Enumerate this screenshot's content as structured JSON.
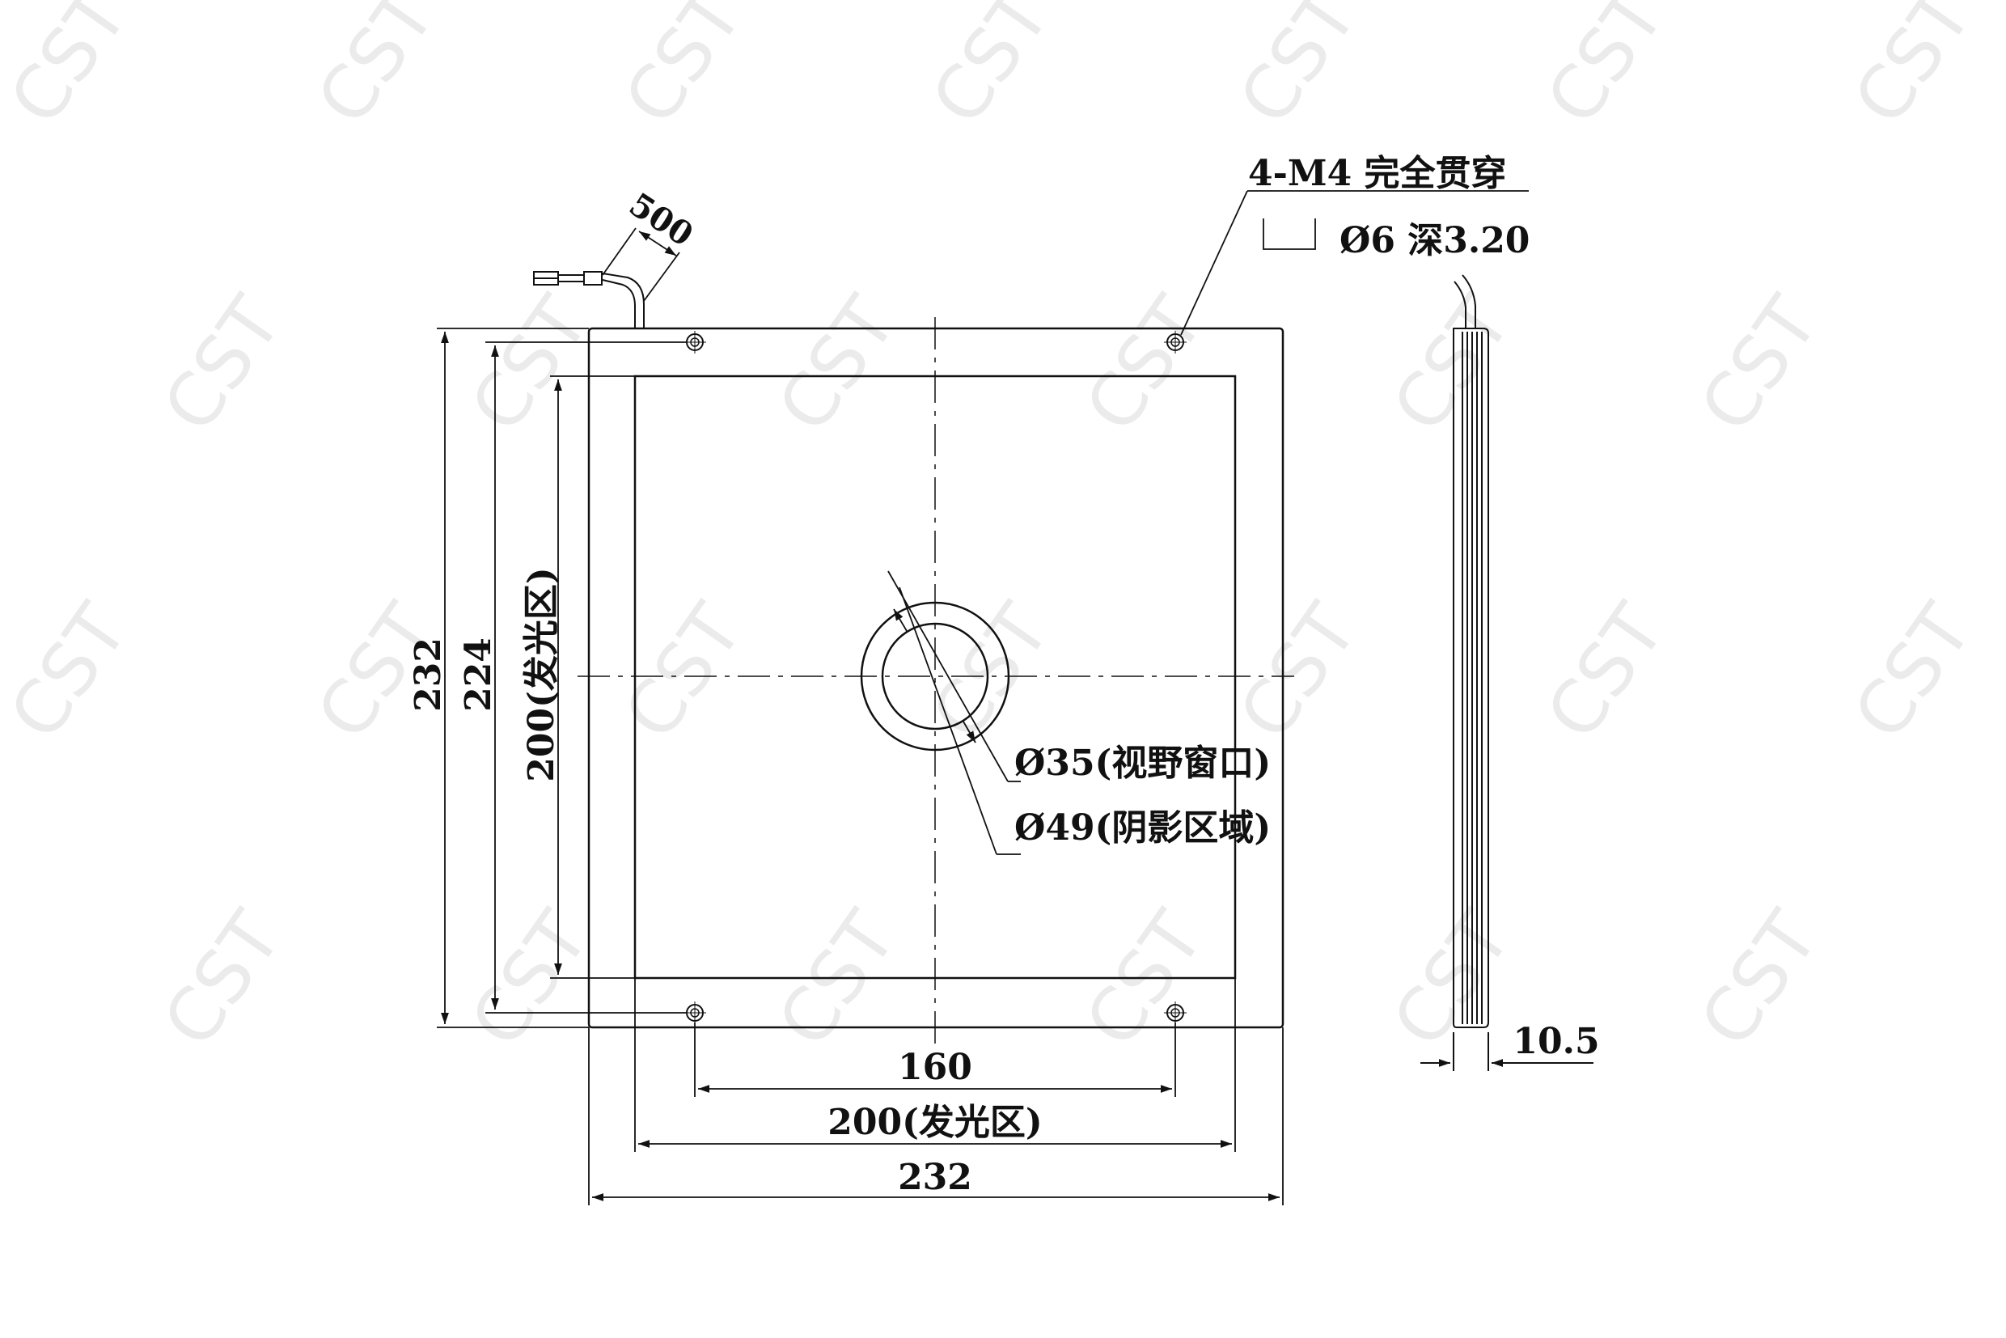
{
  "watermark": "CST",
  "colors": {
    "line": "#111111",
    "watermark": "#c8c8c8"
  },
  "labels": {
    "cable_length": "500",
    "hole_spec": "4-M4 完全贯穿",
    "counterbore": "Ø6 深3.20",
    "view_window": "Ø35(视野窗口)",
    "shadow_zone": "Ø49(阴影区域)",
    "height_outer": "232",
    "height_holes": "224",
    "height_emit": "200(发光区)",
    "width_holes": "160",
    "width_emit": "200(发光区)",
    "width_outer": "232",
    "thickness": "10.5"
  }
}
